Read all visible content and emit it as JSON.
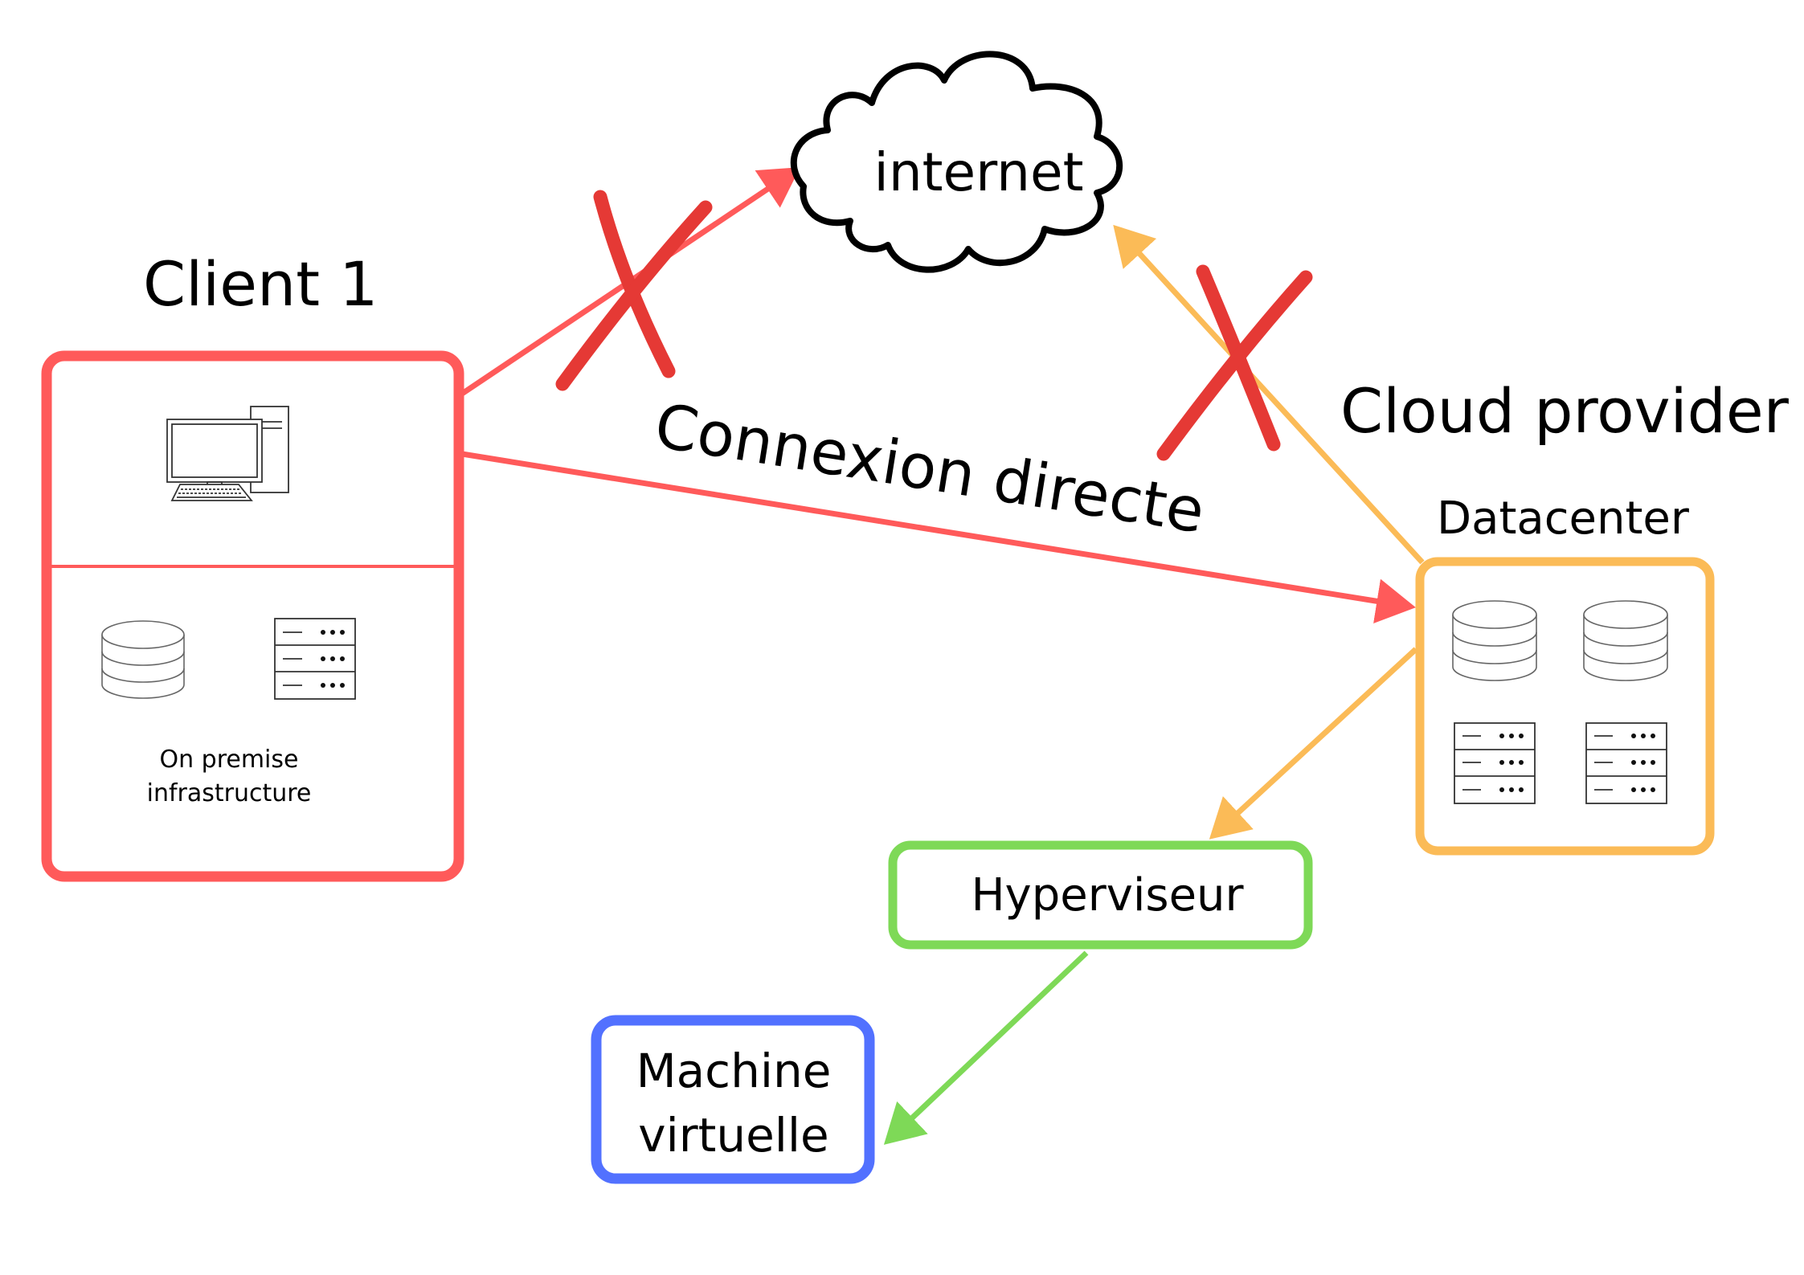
{
  "diagram": {
    "client": {
      "title": "Client 1",
      "infra_label_line1": "On premise",
      "infra_label_line2": "infrastructure"
    },
    "internet": {
      "label": "internet"
    },
    "direct_link": {
      "label": "Connexion directe"
    },
    "cloud": {
      "title": "Cloud provider",
      "datacenter_label": "Datacenter"
    },
    "hypervisor": {
      "label": "Hyperviseur"
    },
    "vm": {
      "label_line1": "Machine",
      "label_line2": "virtuelle"
    }
  },
  "colors": {
    "client": "#ff5a5a",
    "datacenter": "#fbbb57",
    "hypervisor": "#7ed957",
    "vm": "#5271ff",
    "cross": "#e53935",
    "text": "#000000"
  }
}
